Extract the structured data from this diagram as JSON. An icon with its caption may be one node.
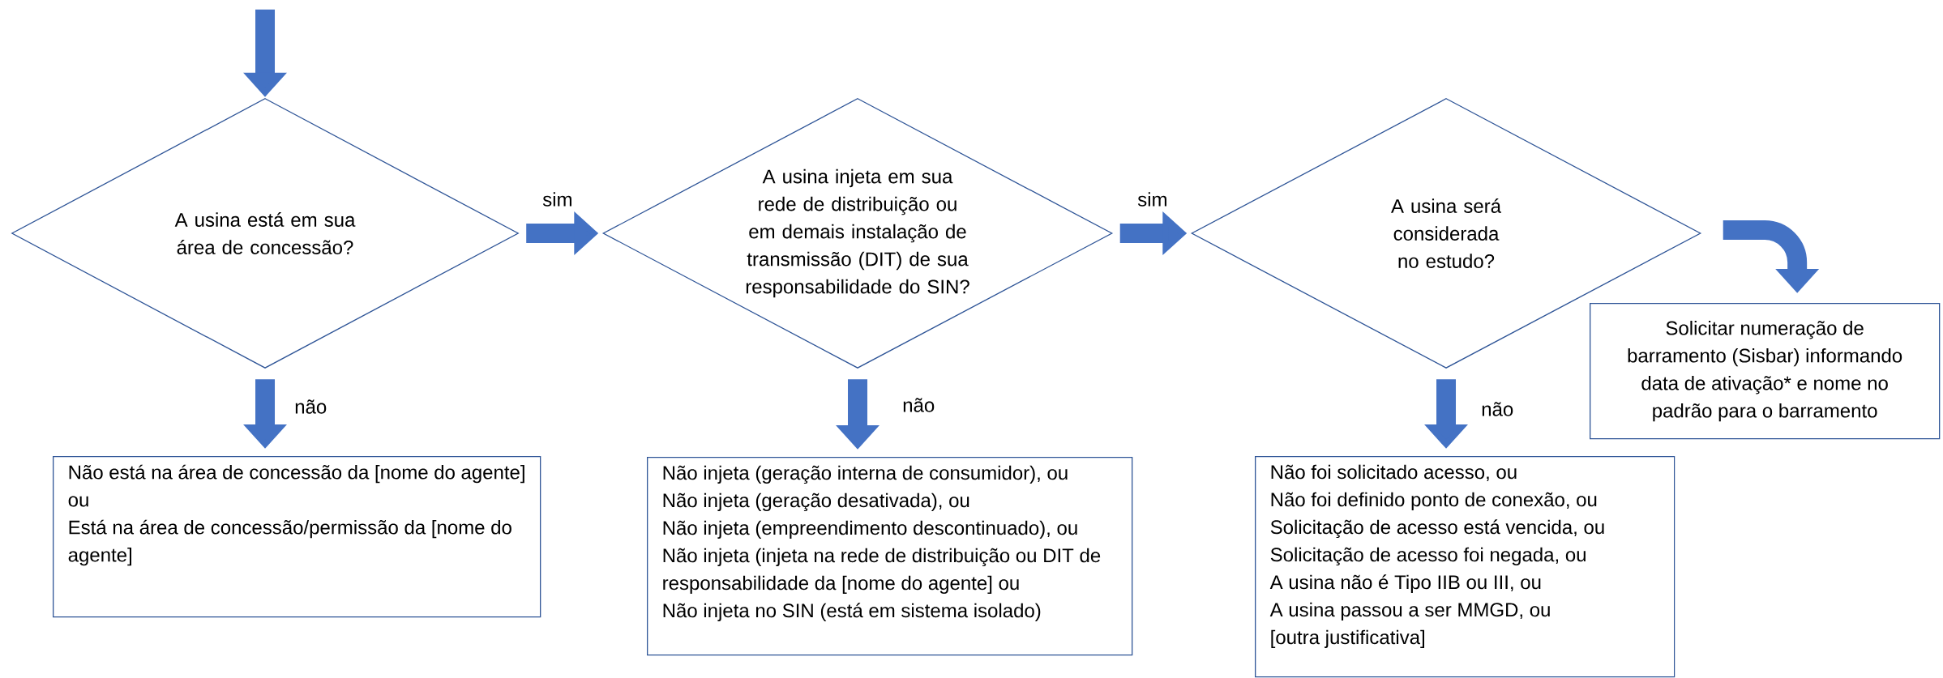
{
  "diagram": {
    "nodes": [
      {
        "text": [
          "A usina está em sua área de concessão?"
        ]
      },
      {
        "text": [
          "A usina injeta em sua rede de distribuição ou em demais instalação de transmissão (DIT) de sua responsabilidade do SIN?"
        ]
      },
      {
        "text": [
          "A usina será considerada no estudo?"
        ]
      },
      {
        "text": [
          "Não está na área de concessão da [nome do agente] ou",
          "Está na área de concessão/permissão da [nome do agente]"
        ]
      },
      {
        "text": [
          "Não injeta (geração interna de consumidor), ou",
          "Não injeta (geração desativada), ou",
          "Não injeta (empreendimento descontinuado), ou",
          "Não injeta (injeta na rede de distribuição  ou DIT de responsabilidade da [nome do agente] ou",
          "Não injeta no SIN (está em sistema isolado)"
        ]
      },
      {
        "text": [
          "Não foi solicitado acesso, ou",
          "Não foi definido ponto de conexão, ou",
          "Solicitação de acesso está vencida, ou",
          "Solicitação de acesso foi negada, ou",
          "A usina não é Tipo IIB ou III, ou",
          "A usina passou a ser MMGD, ou",
          "[outra justificativa]"
        ]
      },
      {
        "text": [
          "Solicitar numeração de barramento (Sisbar) informando data de ativação* e nome no padrão para o barramento"
        ]
      }
    ],
    "edges": [
      {
        "from": null,
        "to": 0,
        "arrow": "to"
      },
      {
        "from": 0,
        "to": 1,
        "arrow": "to",
        "label": "sim"
      },
      {
        "from": 1,
        "to": 2,
        "arrow": "to",
        "label": "sim"
      },
      {
        "from": 2,
        "to": 6,
        "arrow": "to"
      },
      {
        "from": 0,
        "to": 3,
        "arrow": "to",
        "label": "não"
      },
      {
        "from": 1,
        "to": 4,
        "arrow": "to",
        "label": "não"
      },
      {
        "from": 2,
        "to": 5,
        "arrow": "to",
        "label": "não"
      }
    ]
  }
}
